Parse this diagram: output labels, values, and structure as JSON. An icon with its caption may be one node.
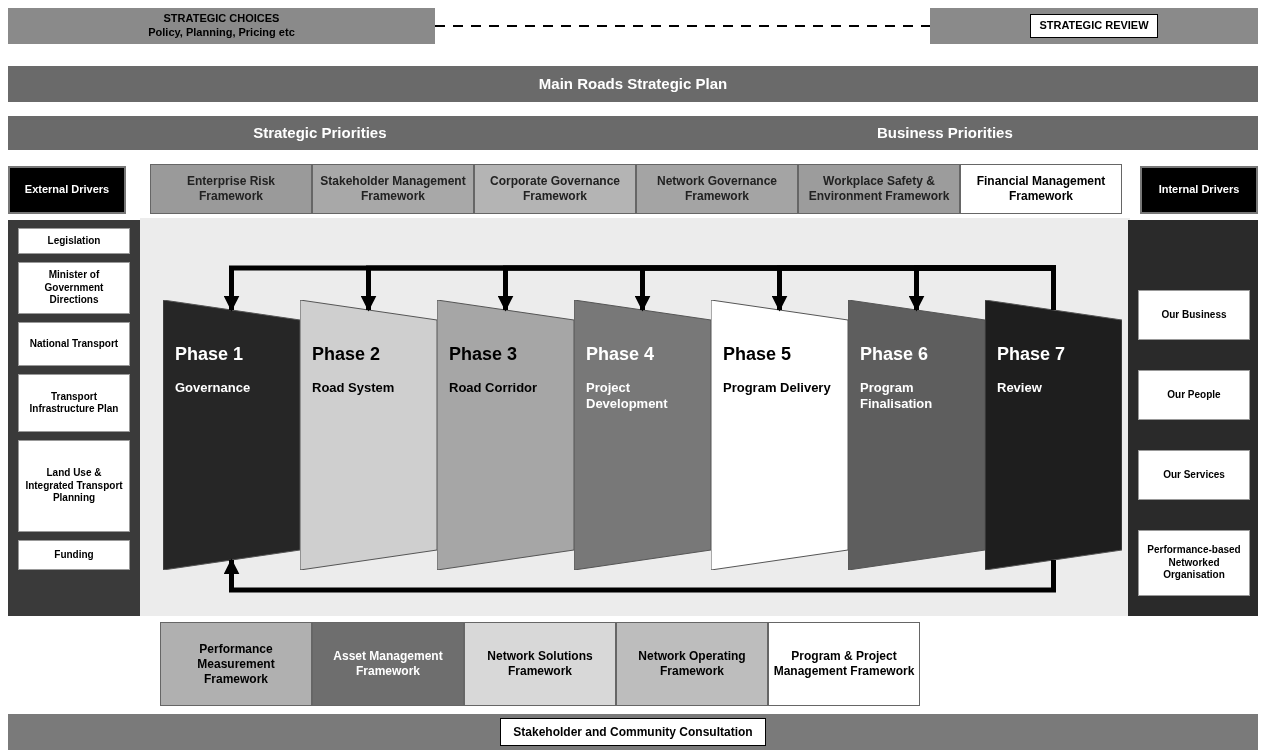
{
  "diagram": {
    "nodes": [
      {
        "text": [
          "STRATEGIC CHOICES",
          "Policy, Planning, Pricing etc"
        ]
      },
      {
        "text": [
          "STRATEGIC REVIEW"
        ]
      },
      {
        "text": [
          "Main Roads Strategic Plan"
        ]
      },
      {
        "text": [
          "Strategic Priorities",
          "Business Priorities"
        ]
      },
      {
        "text": [
          "External Drivers"
        ]
      },
      {
        "text": [
          "Enterprise Risk Framework"
        ]
      },
      {
        "text": [
          "Stakeholder Management Framework"
        ]
      },
      {
        "text": [
          "Corporate Governance Framework"
        ]
      },
      {
        "text": [
          "Network Governance Framework"
        ]
      },
      {
        "text": [
          "Workplace Safety & Environment Framework"
        ]
      },
      {
        "text": [
          "Financial Management Framework"
        ]
      },
      {
        "text": [
          "Internal Drivers"
        ]
      },
      {
        "text": [
          "Legislation"
        ]
      },
      {
        "text": [
          "Minister of Government Directions"
        ]
      },
      {
        "text": [
          "National Transport"
        ]
      },
      {
        "text": [
          "Transport Infrastructure Plan"
        ]
      },
      {
        "text": [
          "Land Use & Integrated Transport Planning"
        ]
      },
      {
        "text": [
          "Funding"
        ]
      },
      {
        "text": [
          "Phase 1",
          "Governance"
        ]
      },
      {
        "text": [
          "Phase 2",
          "Road System"
        ]
      },
      {
        "text": [
          "Phase 3",
          "Road Corridor"
        ]
      },
      {
        "text": [
          "Phase 4",
          "Project Development"
        ]
      },
      {
        "text": [
          "Phase 5",
          "Program Delivery"
        ]
      },
      {
        "text": [
          "Phase 6",
          "Program Finalisation"
        ]
      },
      {
        "text": [
          "Phase 7",
          "Review"
        ]
      },
      {
        "text": [
          "Our Business"
        ]
      },
      {
        "text": [
          "Our People"
        ]
      },
      {
        "text": [
          "Our Services"
        ]
      },
      {
        "text": [
          "Performance-based Networked Organisation"
        ]
      },
      {
        "text": [
          "Performance Measurement Framework"
        ]
      },
      {
        "text": [
          "Asset Management Framework"
        ]
      },
      {
        "text": [
          "Network Solutions Framework"
        ]
      },
      {
        "text": [
          "Network Operating Framework"
        ]
      },
      {
        "text": [
          "Program & Project Management Framework"
        ]
      },
      {
        "text": [
          "Stakeholder and Community Consultation"
        ]
      }
    ],
    "edges": [
      {
        "from": 0,
        "to": 1,
        "arrow": "none",
        "style": "dashed"
      },
      {
        "from": 24,
        "to": 18,
        "arrow": "to"
      },
      {
        "from": 24,
        "to": 19,
        "arrow": "to"
      },
      {
        "from": 24,
        "to": 20,
        "arrow": "to"
      },
      {
        "from": 24,
        "to": 21,
        "arrow": "to"
      },
      {
        "from": 24,
        "to": 22,
        "arrow": "to"
      },
      {
        "from": 24,
        "to": 23,
        "arrow": "to"
      },
      {
        "from": 24,
        "to": 18,
        "arrow": "to"
      }
    ]
  }
}
